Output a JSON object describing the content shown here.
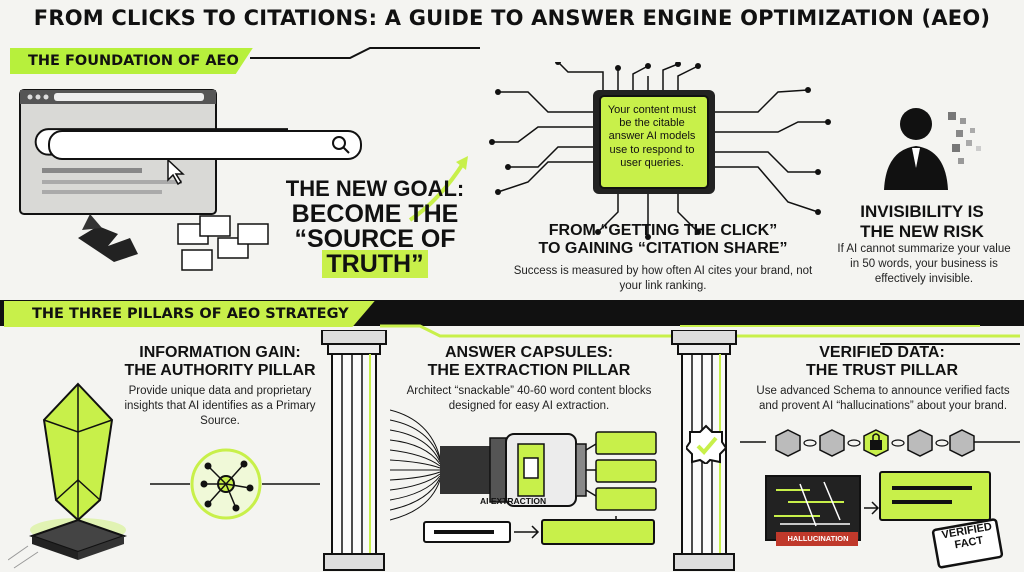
{
  "title": "FROM CLICKS TO CITATIONS: A GUIDE TO ANSWER ENGINE OPTIMIZATION (AEO)",
  "foundation": {
    "label": "THE FOUNDATION OF AEO",
    "goal_line1": "THE NEW GOAL:",
    "goal_line2": "BECOME THE",
    "goal_line3": "“SOURCE OF",
    "goal_line4": "TRUTH”",
    "chip_text": "Your content must be the citable answer AI models use to respond to user queries.",
    "click_heading_line1": "FROM “GETTING THE CLICK”",
    "click_heading_line2": "TO GAINING “CITATION SHARE”",
    "click_body": "Success is measured by how often AI cites your brand, not your link ranking.",
    "risk_heading_line1": "INVISIBILITY IS",
    "risk_heading_line2": "THE NEW RISK",
    "risk_body": "If AI cannot summarize your value in 50 words, your business is effectively invisible."
  },
  "pillars": {
    "label": "THE THREE PILLARS OF AEO STRATEGY",
    "authority": {
      "heading_line1": "INFORMATION GAIN:",
      "heading_line2": "THE AUTHORITY PILLAR",
      "body": "Provide unique data and proprietary insights that AI identifies as a Primary Source."
    },
    "extraction": {
      "heading_line1": "ANSWER CAPSULES:",
      "heading_line2": "THE EXTRACTION PILLAR",
      "body": "Architect “snackable” 40-60 word content blocks designed for easy AI extraction.",
      "caption": "AI EXTRACTION"
    },
    "trust": {
      "heading_line1": "VERIFIED DATA:",
      "heading_line2": "THE TRUST PILLAR",
      "body": "Use advanced Schema to announce verified facts and provent AI “hallucinations” about your brand.",
      "hallucination_label": "HALLUCINATION",
      "stamp_line1": "VERIFIED",
      "stamp_line2": "FACT"
    }
  },
  "colors": {
    "accent": "#c8f04a",
    "dark": "#111111",
    "background": "#f4f4f1"
  }
}
